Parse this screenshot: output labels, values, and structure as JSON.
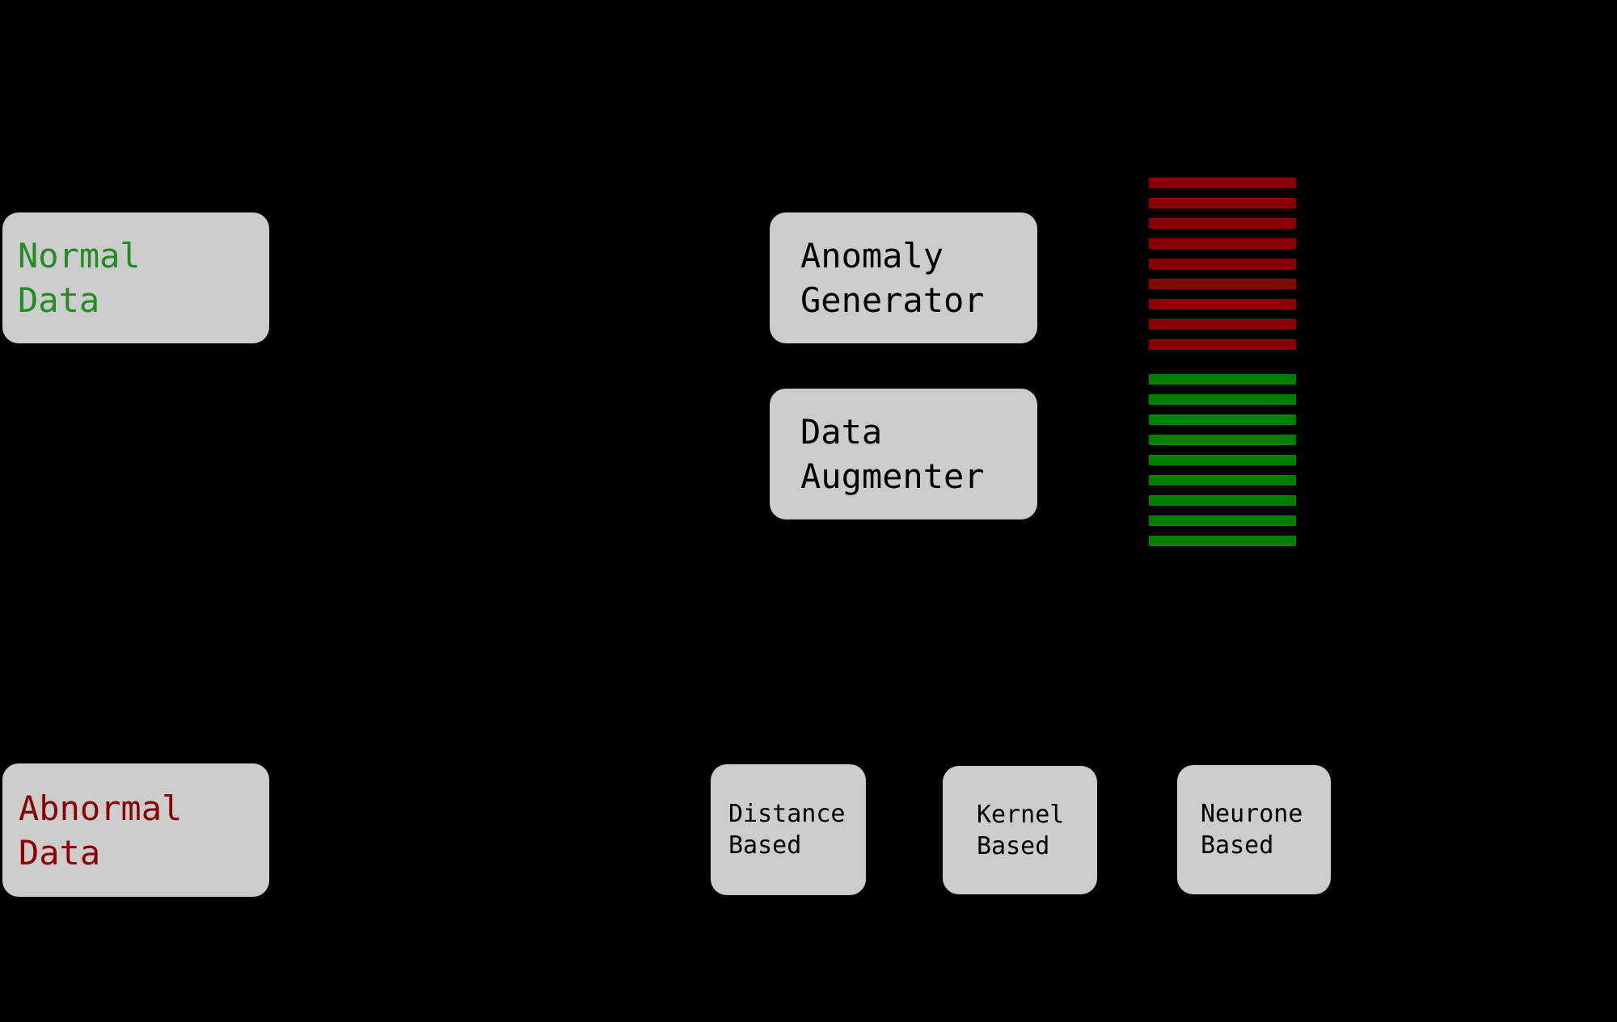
{
  "diagram": {
    "type": "flowchart",
    "background_color": "#000000",
    "node_fill_color": "#cccccc",
    "nodes": {
      "normal_data": {
        "lines": [
          "Normal",
          "Data"
        ],
        "text_color": "#228B22"
      },
      "abnormal_data": {
        "lines": [
          "Abnormal",
          "Data"
        ],
        "text_color": "#8B0000"
      },
      "anomaly_generator": {
        "lines": [
          "Anomaly",
          "Generator"
        ],
        "text_color": "#000000"
      },
      "data_augmenter": {
        "lines": [
          "Data",
          "Augmenter"
        ],
        "text_color": "#000000"
      },
      "distance_based": {
        "lines": [
          "Distance",
          "Based"
        ],
        "text_color": "#000000"
      },
      "kernel_based": {
        "lines": [
          "Kernel",
          "Based"
        ],
        "text_color": "#000000"
      },
      "neurone_based": {
        "lines": [
          "Neurone",
          "Based"
        ],
        "text_color": "#000000"
      }
    },
    "stripe_stacks": [
      {
        "name": "anomalous-samples",
        "color": "#8B0000",
        "count": 9
      },
      {
        "name": "augmented-normal-samples",
        "color": "#008000",
        "count": 9
      }
    ]
  }
}
